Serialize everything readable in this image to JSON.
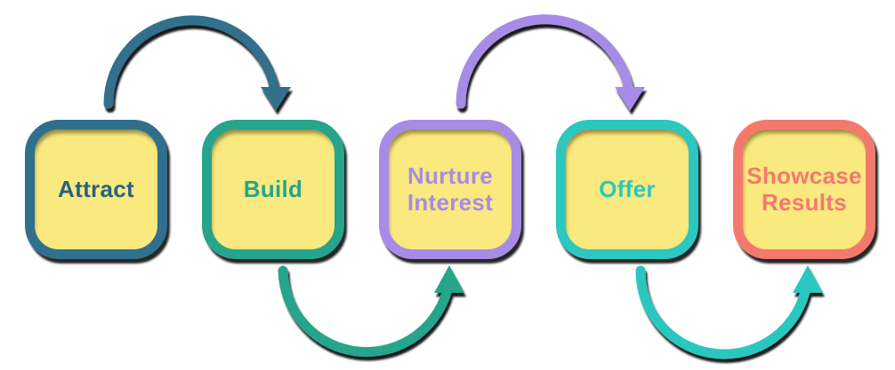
{
  "diagram": {
    "background_color": "#ffffff",
    "box_fill_color": "#f9e97f",
    "steps": [
      {
        "label": "Attract",
        "color": "#31708c",
        "text_color": "#266380"
      },
      {
        "label": "Build",
        "color": "#26a48c",
        "text_color": "#26a48c"
      },
      {
        "label": "Nurture Interest",
        "color": "#a78ce7",
        "text_color": "#a78ce7"
      },
      {
        "label": "Offer",
        "color": "#2cc7be",
        "text_color": "#2cc7be"
      },
      {
        "label": "Showcase Results",
        "color": "#f4796d",
        "text_color": "#f4796d"
      }
    ],
    "arrows": [
      {
        "from": "Attract",
        "to": "Build",
        "position": "top",
        "color": "#31708c"
      },
      {
        "from": "Build",
        "to": "Nurture Interest",
        "position": "bottom",
        "color": "#26a48c"
      },
      {
        "from": "Nurture Interest",
        "to": "Offer",
        "position": "top",
        "color": "#a78ce7"
      },
      {
        "from": "Offer",
        "to": "Showcase Results",
        "position": "bottom",
        "color": "#2cc7be"
      }
    ]
  }
}
